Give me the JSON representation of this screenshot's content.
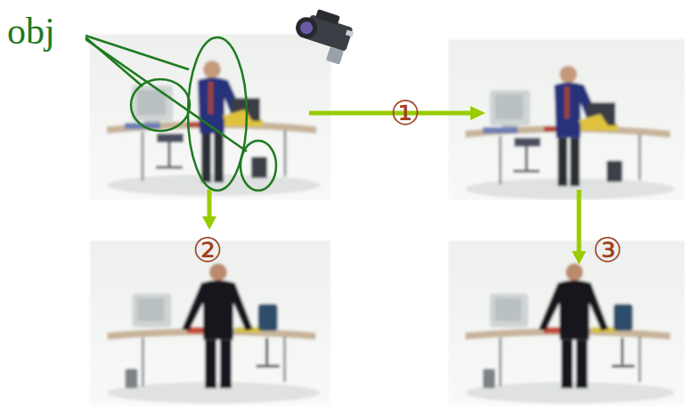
{
  "diagram": {
    "labels": [
      "obj",
      "①",
      "②",
      "③"
    ]
  }
}
